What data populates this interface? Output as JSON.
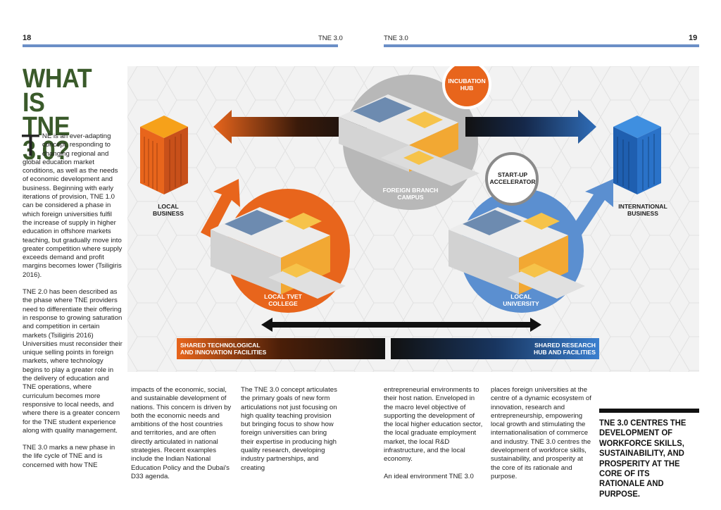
{
  "header": {
    "left_page_number": "18",
    "left_running_title": "TNE 3.0",
    "right_running_title": "TNE 3.0",
    "right_page_number": "19"
  },
  "title": {
    "line1": "WHAT IS",
    "line2": "TNE 3.0?"
  },
  "intro": {
    "dropcap": "T",
    "para1": "NE is an ever-adapting concept, responding to changing regional and global education market conditions, as well as the needs of economic development and business. Beginning with early iterations of provision, TNE 1.0 can be considered a phase in which foreign universities fulfil the increase of supply in higher education in offshore markets teaching, but gradually move into greater competition where supply exceeds demand and profit margins becomes lower (Tsiligiris 2016).",
    "para2": "TNE 2.0 has been described as the phase where TNE providers need to differentiate their offering in response to growing saturation and competition in certain markets (Tsiligiris 2016) Universities must reconsider their unique selling points in foreign markets, where technology begins to play a greater role in the delivery of education and TNE operations, where curriculum becomes more responsive to local needs, and where there is a greater concern for the TNE student experience along with quality management.",
    "para3": "TNE 3.0 marks a new phase in the life cycle of TNE and is concerned with how TNE"
  },
  "columns": {
    "col2": "impacts of the economic, social, and sustainable development of nations. This concern is driven by both the economic needs and ambitions of the host countries and territories, and are often directly articulated in national strategies. Recent examples include the Indian National Education Policy and the Dubai's D33 agenda.",
    "col3": "The TNE 3.0 concept articulates the primary goals of new form articulations not just focusing on high quality teaching provision but bringing focus to show how foreign universities can bring their expertise in producing high quality research, developing industry partnerships, and creating",
    "col4a": "entrepreneurial environments to their host nation. Enveloped in the macro level objective of supporting the development of the local higher education sector, the local graduate employment market, the local R&D infrastructure, and the local economy.",
    "col4b": "An ideal environment TNE 3.0",
    "col5": "places foreign universities at the centre of a dynamic ecosystem of innovation, research and entrepreneurship, empowering local growth and stimulating the internationalisation of commerce and industry. TNE 3.0 centres the development of workforce skills, sustainability, and prosperity at the core of its rationale and purpose."
  },
  "pull_quote": "TNE 3.0 CENTRES THE DEVELOPMENT OF WORKFORCE SKILLS, SUSTAINABILITY, AND PROSPERITY AT THE CORE OF ITS RATIONALE AND PURPOSE.",
  "diagram": {
    "incubation_hub": [
      "INCUBATION",
      "HUB"
    ],
    "startup_accelerator": [
      "START-UP",
      "ACCELERATOR"
    ],
    "foreign_branch": [
      "FOREIGN BRANCH",
      "CAMPUS"
    ],
    "local_business": [
      "LOCAL",
      "BUSINESS"
    ],
    "international_business": [
      "INTERNATIONAL",
      "BUSINESS"
    ],
    "local_tvet": [
      "LOCAL TVET",
      "COLLEGE"
    ],
    "local_university": [
      "LOCAL",
      "UNIVERSITY"
    ],
    "shared_tech": [
      "SHARED TECHNOLOGICAL",
      "AND INNOVATION FACILITIES"
    ],
    "shared_research": [
      "SHARED RESEARCH",
      "HUB AND FACILITIES"
    ]
  },
  "colors": {
    "orange": "#e8651c",
    "blue": "#5b8fd0",
    "grey": "#b9b9b9",
    "title_green": "#3a5a2a",
    "rule_blue": "#6b8fc7"
  }
}
